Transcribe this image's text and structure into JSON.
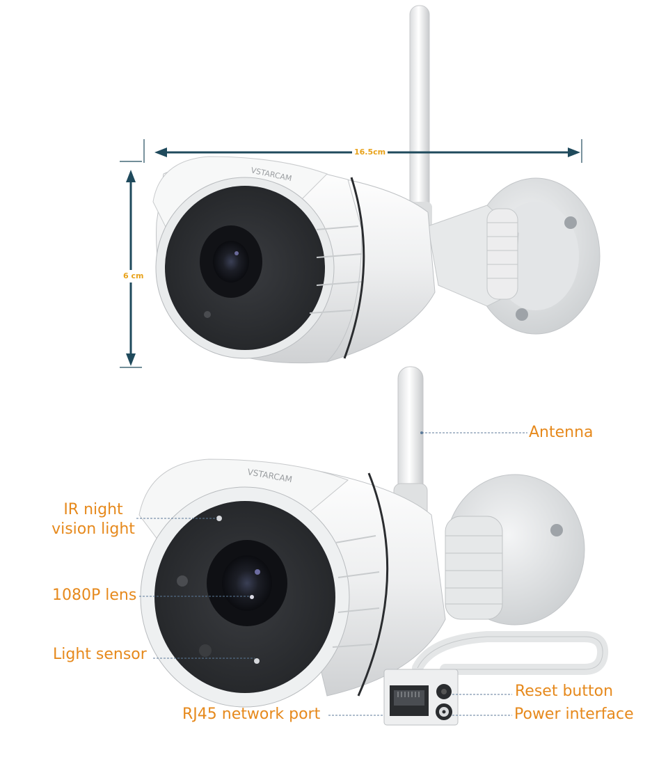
{
  "dimensions": {
    "width_label": "16.5cm",
    "height_label": "6 cm"
  },
  "callouts": {
    "antenna": "Antenna",
    "ir_line1": "IR night",
    "ir_line2": "vision light",
    "lens": "1080P lens",
    "light_sensor": "Light sensor",
    "rj45": "RJ45 network port",
    "reset": "Reset button",
    "power": "Power interface"
  },
  "colors": {
    "label_orange": "#e6891c",
    "dimension_yellow": "#e8a21a",
    "dimension_arrow": "#1f4a5c",
    "leader_line": "#5c7a99"
  }
}
